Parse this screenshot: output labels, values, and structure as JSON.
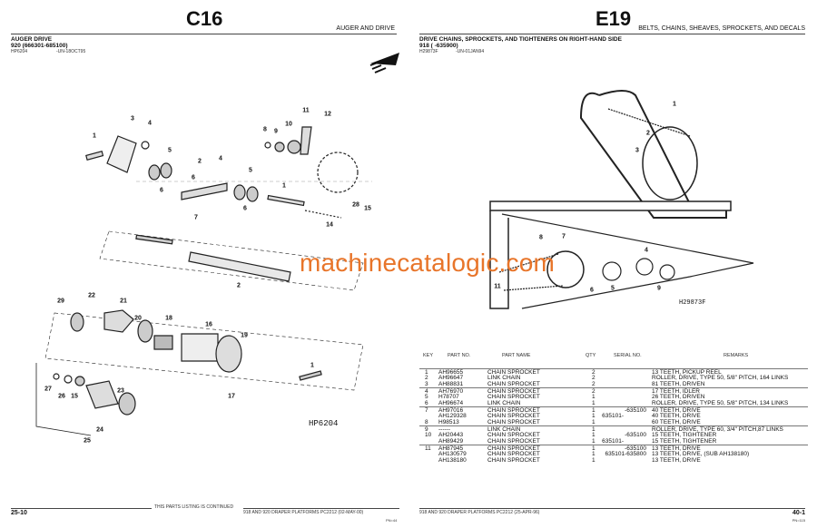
{
  "left_page": {
    "page_code": "C16",
    "section": "AUGER AND DRIVE",
    "title": "AUGER DRIVE",
    "model": "920 (666301-685100)",
    "illus_id": "HP6204",
    "illus_date": "-UN-18OCT95",
    "diagram_label": "HP6204",
    "callouts": [
      "1",
      "3",
      "4",
      "5",
      "6",
      "2",
      "6",
      "4",
      "7",
      "5",
      "6",
      "1",
      "8",
      "9",
      "10",
      "11",
      "12",
      "14",
      "28",
      "15",
      "1",
      "2",
      "29",
      "22",
      "21",
      "20",
      "18",
      "16",
      "19",
      "17",
      "27",
      "26",
      "15",
      "23",
      "24",
      "25"
    ],
    "footer_page": "25-10",
    "footer_continued": "THIS PARTS LISTING IS CONTINUED",
    "footer_title": "918 AND 920 DRAPER PLATFORMS   PC2212    (02-MAY-00)",
    "footer_sub": "PN=44"
  },
  "right_page": {
    "page_code": "E19",
    "section": "BELTS, CHAINS, SHEAVES, SPROCKETS, AND DECALS",
    "title": "DRIVE CHAINS, SPROCKETS, AND TIGHTENERS ON RIGHT-HAND SIDE",
    "model": "918 (        -635900)",
    "illus_id": "H29873F",
    "illus_date": "-UN-01JAN94",
    "diagram_label": "H29873F",
    "callouts": [
      "1",
      "2",
      "3",
      "7",
      "8",
      "11",
      "6",
      "5",
      "9",
      "4"
    ],
    "footer_page": "40-1",
    "footer_title": "918 AND 920 DRAPER PLATFORMS   PC2212    (25-APR-96)",
    "footer_sub": "PN=115"
  },
  "watermark": "machinecatalogic.com",
  "table": {
    "headers": [
      "KEY",
      "PART NO.",
      "PART NAME",
      "QTY",
      "SERIAL NO.",
      "REMARKS"
    ],
    "rows": [
      [
        "1",
        "AH96655",
        "CHAIN SPROCKET",
        "2",
        "",
        "13 TEETH, PICKUP REEL"
      ],
      [
        "2",
        "AH96647",
        "LINK CHAIN",
        "2",
        "",
        "ROLLER, DRIVE, TYPE 50, 5/8\" PITCH, 164 LINKS"
      ],
      [
        "3",
        "AH88831",
        "CHAIN SPROCKET",
        "2",
        "",
        "81 TEETH, DRIVEN"
      ],
      [
        "4",
        "AH76970",
        "CHAIN SPROCKET",
        "2",
        "",
        "17 TEETH, IDLER"
      ],
      [
        "5",
        "H78707",
        "CHAIN SPROCKET",
        "1",
        "",
        "26 TEETH, DRIVEN"
      ],
      [
        "6",
        "AH96674",
        "LINK CHAIN",
        "1",
        "",
        "ROLLER, DRIVE, TYPE 50, 5/8\" PITCH, 134 LINKS"
      ],
      [
        "7",
        "AH97016",
        "CHAIN SPROCKET",
        "1",
        "-635100",
        "40 TEETH, DRIVE"
      ],
      [
        "",
        "AH129328",
        "CHAIN SPROCKET",
        "1",
        "635101-",
        "40 TEETH, DRIVE"
      ],
      [
        "8",
        "H98513",
        "CHAIN SPROCKET",
        "1",
        "",
        "60 TEETH, DRIVE"
      ],
      [
        "9",
        "------",
        "LINK CHAIN",
        "1",
        "",
        "ROLLER, DRIVE, TYPE 60, 3/4\" PITCH,87 LINKS"
      ],
      [
        "10",
        "AH20443",
        "CHAIN SPROCKET",
        "1",
        "-635100",
        "15 TEETH, TIGHTENER"
      ],
      [
        "",
        "AH89429",
        "CHAIN SPROCKET",
        "1",
        "635101-",
        "15 TEETH, TIGHTENER"
      ],
      [
        "11",
        "AH87945",
        "CHAIN SPROCKET",
        "1",
        "-635100",
        "13 TEETH, DRIVE"
      ],
      [
        "",
        "AH130579",
        "CHAIN SPROCKET",
        "1",
        "635101-635800",
        "13 TEETH, DRIVE, (SUB AH138180)"
      ],
      [
        "",
        "AH138180",
        "CHAIN SPROCKET",
        "1",
        "",
        "13 TEETH, DRIVE"
      ]
    ]
  }
}
